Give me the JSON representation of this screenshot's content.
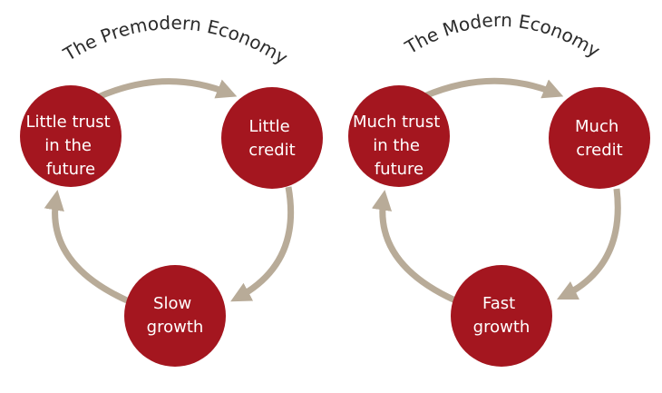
{
  "colors": {
    "node_fill": "#a4161f",
    "arrow": "#b8ab98",
    "title_text": "#2b2b2b",
    "node_text": "#ffffff"
  },
  "diagrams": [
    {
      "title": "The Premodern Economy",
      "nodes": [
        {
          "label_lines": [
            "Little trust",
            "in the",
            "future"
          ]
        },
        {
          "label_lines": [
            "Little",
            "credit"
          ]
        },
        {
          "label_lines": [
            "Slow",
            "growth"
          ]
        }
      ]
    },
    {
      "title": "The Modern Economy",
      "nodes": [
        {
          "label_lines": [
            "Much trust",
            "in the",
            "future"
          ]
        },
        {
          "label_lines": [
            "Much",
            "credit"
          ]
        },
        {
          "label_lines": [
            "Fast",
            "growth"
          ]
        }
      ]
    }
  ]
}
